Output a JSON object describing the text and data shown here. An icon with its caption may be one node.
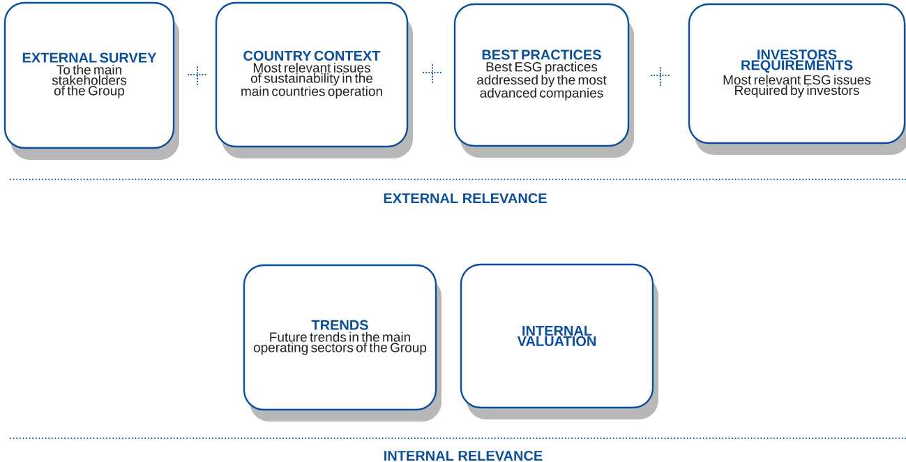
{
  "diagram": {
    "nodes": [
      {
        "text": [
          "EXTERNAL SURVEY",
          "To the main stakeholders of the Group"
        ]
      },
      {
        "text": [
          "COUNTRY CONTEXT",
          "Most relevant issues of sustainability in the main countries operation"
        ]
      },
      {
        "text": [
          "BEST PRACTICES",
          "Best ESG practices addressed by the most advanced companies"
        ]
      },
      {
        "text": [
          "INVESTORS REQUIREMENTS",
          "Most relevant ESG issues Required by investors"
        ]
      },
      {
        "text": [
          "TRENDS",
          "Future trends in the main operating sectors of the Group"
        ]
      },
      {
        "text": [
          "INTERNAL VALUATION"
        ]
      }
    ],
    "edges": [],
    "labels": [
      "EXTERNAL RELEVANCE",
      "INTERNAL RELEVANCE"
    ]
  }
}
